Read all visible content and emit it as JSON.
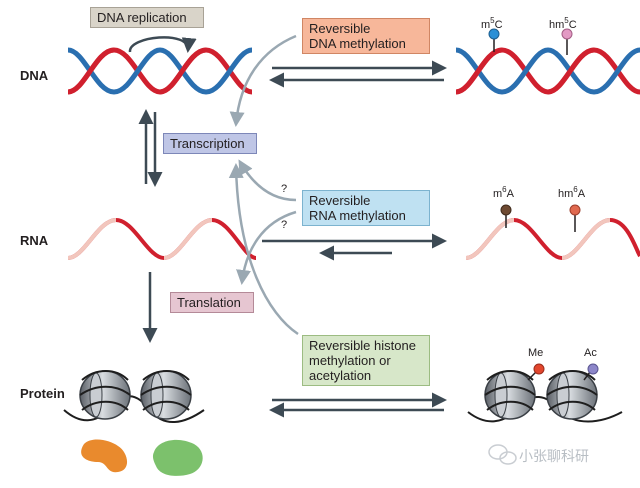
{
  "rows": {
    "dna": "DNA",
    "rna": "RNA",
    "protein": "Protein"
  },
  "boxes": {
    "dna_replication": "DNA replication",
    "transcription": "Transcription",
    "translation": "Translation",
    "dna_methylation_line1": "Reversible",
    "dna_methylation_line2": "DNA methylation",
    "rna_methylation_line1": "Reversible",
    "rna_methylation_line2": "RNA methylation",
    "histone_line1": "Reversible histone",
    "histone_line2": "methylation or",
    "histone_line3": "acetylation"
  },
  "marks": {
    "m5c_base": "m",
    "m5c_sup": "5",
    "m5c_tail": "C",
    "hm5c_base": "hm",
    "hm5c_sup": "5",
    "hm5c_tail": "C",
    "m6a_base": "m",
    "m6a_sup": "6",
    "m6a_tail": "A",
    "hm6a_base": "hm",
    "hm6a_sup": "6",
    "hm6a_tail": "A",
    "me": "Me",
    "ac": "Ac"
  },
  "question_marks": [
    "?",
    "?"
  ],
  "watermark": "小张聊科研",
  "colors": {
    "strand_red": "#d0202e",
    "strand_blue": "#2a6fb0",
    "rna_pink": "#f2c6bd",
    "arrow_dark": "#3d4a54",
    "arrow_grey": "#9aa8b2",
    "replication_box": "#d9d4c9",
    "transcription_box": "#bfc6e6",
    "translation_box": "#e6c6d1",
    "dna_meth_box": "#f7b79a",
    "rna_meth_box": "#bfe1f2",
    "histone_box": "#d7e7c9",
    "m5c_dot": "#2a8fd6",
    "hm5c_dot": "#e39ac4",
    "m6a_dot": "#6e4a32",
    "hm6a_dot": "#e0694f",
    "me_dot": "#e2462d",
    "ac_dot": "#8c86c9",
    "orange_protein": "#e98a2d",
    "green_protein": "#7cc16c"
  }
}
